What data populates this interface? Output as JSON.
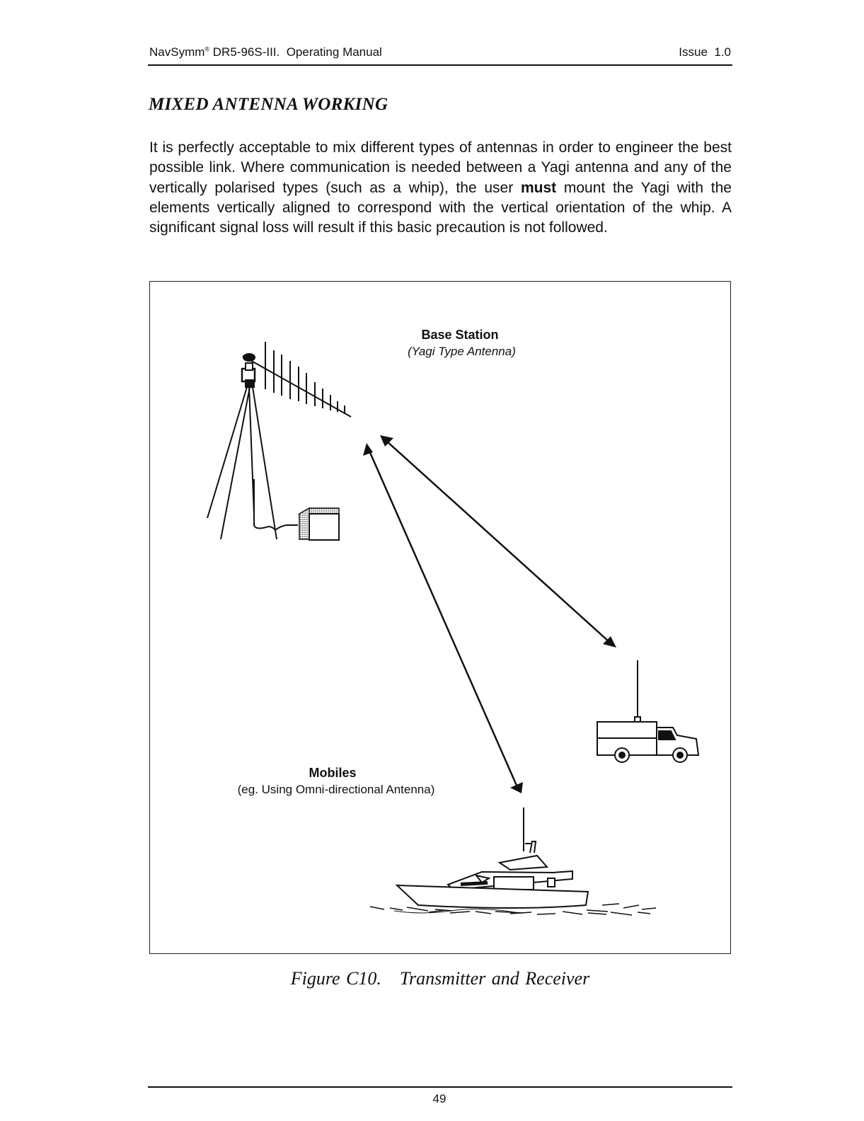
{
  "header": {
    "product": "NavSymm",
    "registered_mark": "®",
    "model_and_doc": " DR5-96S-III.  Operating Manual",
    "issue": "Issue  1.0"
  },
  "section": {
    "title": "MIXED ANTENNA WORKING",
    "para_part1": "It is perfectly acceptable to mix different types of antennas in order to engineer the best possible link.  Where communication is needed between a Yagi antenna and any of the vertically polarised types (such as a whip), the user ",
    "para_emphasis": "must",
    "para_part2": " mount the Yagi with the elements vertically aligned to correspond with the vertical orientation of the whip.  A significant signal loss will result if this basic precaution is not followed."
  },
  "figure": {
    "base_station_label": "Base Station",
    "base_station_sublabel": "(Yagi Type Antenna)",
    "mobiles_label": "Mobiles",
    "mobiles_sublabel": "(eg. Using Omni-directional Antenna)",
    "caption_number": "Figure C10.",
    "caption_title": "Transmitter and Receiver"
  },
  "footer": {
    "page_number": "49"
  }
}
